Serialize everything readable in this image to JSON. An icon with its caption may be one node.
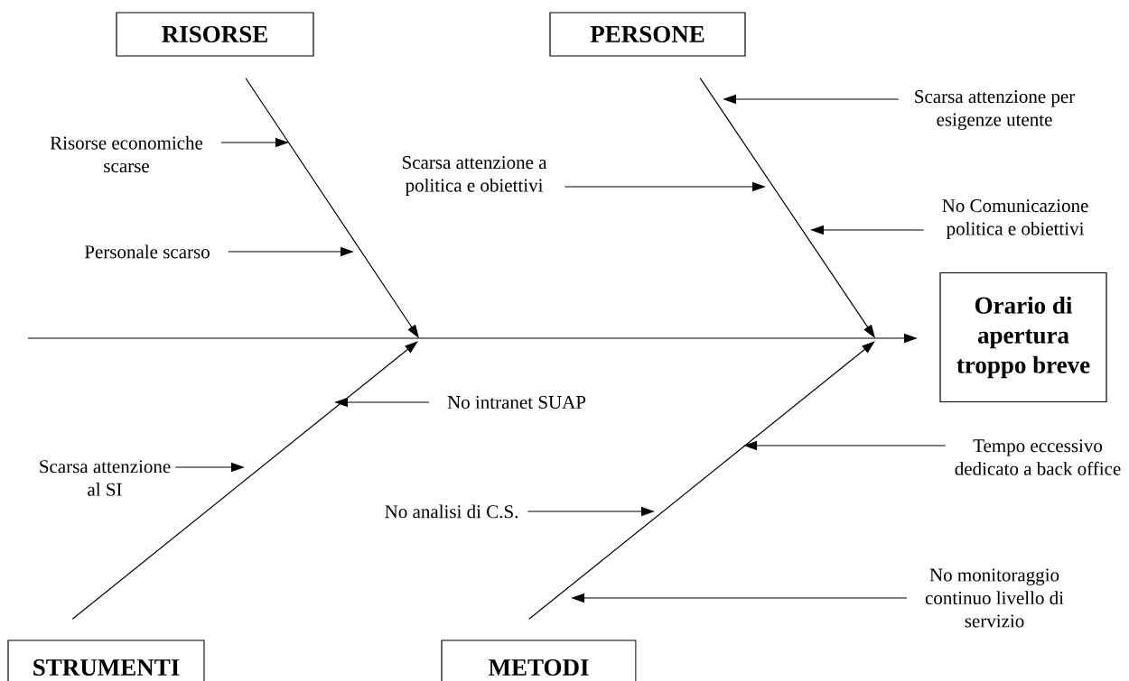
{
  "diagram": {
    "nodes": [
      {
        "text": [
          "RISORSE"
        ]
      },
      {
        "text": [
          "PERSONE"
        ]
      },
      {
        "text": [
          "Scarsa attenzione per esigenze utente"
        ]
      },
      {
        "text": [
          "Risorse economiche scarse"
        ]
      },
      {
        "text": [
          "Scarsa attenzione a politica e obiettivi"
        ]
      },
      {
        "text": [
          "No Comunicazione politica e obiettivi"
        ]
      },
      {
        "text": [
          "Personale scarso"
        ]
      },
      {
        "text": [
          "Orario di apertura troppo breve"
        ]
      },
      {
        "text": [
          "No intranet SUAP"
        ]
      },
      {
        "text": [
          "Tempo eccessivo dedicato a back office"
        ]
      },
      {
        "text": [
          "Scarsa attenzione al SI"
        ]
      },
      {
        "text": [
          "No analisi di C.S."
        ]
      },
      {
        "text": [
          "No monitoraggio continuo livello di servizio"
        ]
      },
      {
        "text": [
          "STRUMENTI"
        ]
      },
      {
        "text": [
          "METODI"
        ]
      }
    ],
    "edges": [
      {
        "from": null,
        "to": 7,
        "arrow": "to"
      },
      {
        "from": 0,
        "to": null,
        "arrow": "to"
      },
      {
        "from": 1,
        "to": null,
        "arrow": "to"
      },
      {
        "from": 13,
        "to": null,
        "arrow": "to"
      },
      {
        "from": 14,
        "to": null,
        "arrow": "to"
      },
      {
        "from": 2,
        "to": null,
        "arrow": "to"
      },
      {
        "from": 3,
        "to": null,
        "arrow": "to"
      },
      {
        "from": 4,
        "to": null,
        "arrow": "to"
      },
      {
        "from": 5,
        "to": null,
        "arrow": "to"
      },
      {
        "from": 6,
        "to": null,
        "arrow": "to"
      },
      {
        "from": 8,
        "to": null,
        "arrow": "to"
      },
      {
        "from": 9,
        "to": null,
        "arrow": "to"
      },
      {
        "from": 10,
        "to": null,
        "arrow": "to"
      },
      {
        "from": 11,
        "to": null,
        "arrow": "to"
      },
      {
        "from": 12,
        "to": null,
        "arrow": "to"
      }
    ]
  }
}
